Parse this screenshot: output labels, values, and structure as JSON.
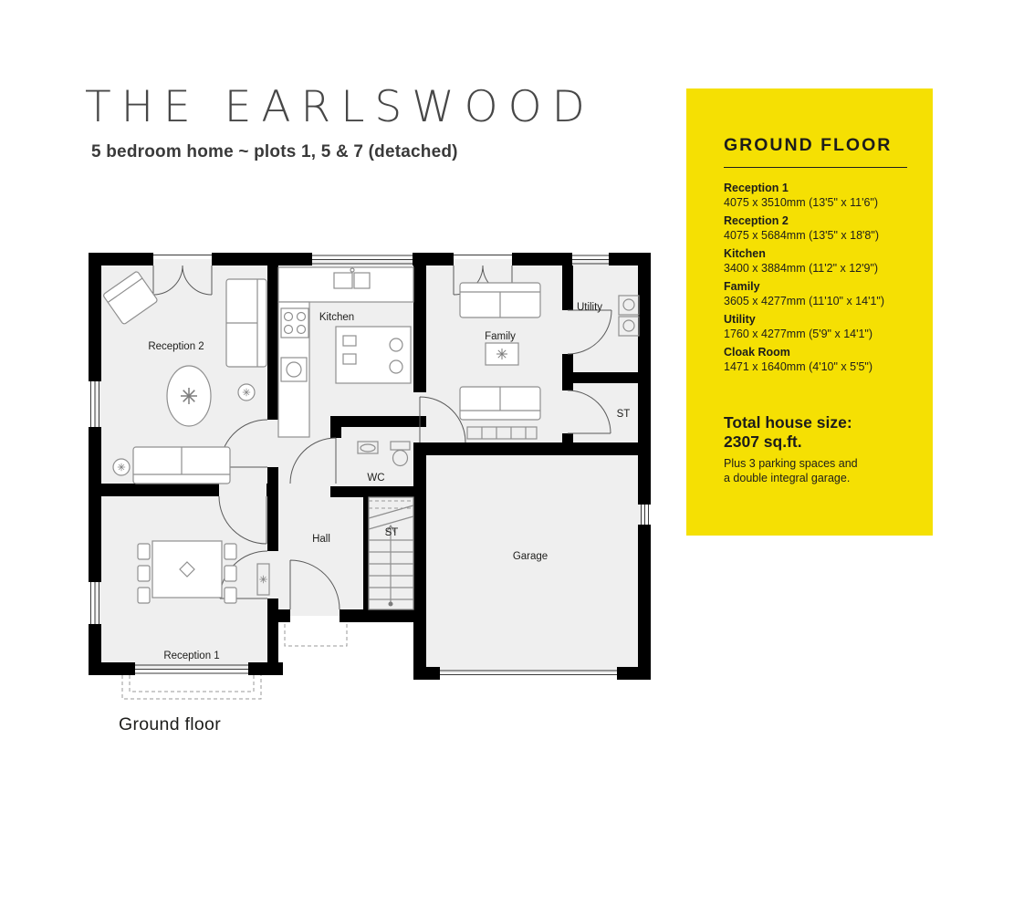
{
  "page": {
    "title": "THE EARLSWOOD",
    "subtitle": "5 bedroom home ~ plots 1, 5 & 7 (detached)",
    "caption": "Ground floor"
  },
  "plan": {
    "rooms": {
      "reception2": "Reception 2",
      "kitchen": "Kitchen",
      "family": "Family",
      "utility": "Utility",
      "st_right": "ST",
      "wc": "WC",
      "hall": "Hall",
      "st_stairs": "ST",
      "garage": "Garage",
      "reception1": "Reception 1"
    }
  },
  "panel": {
    "bg_color": "#F5E003",
    "heading": "GROUND FLOOR",
    "rooms": [
      {
        "name": "Reception 1",
        "dims": "4075 x 3510mm (13'5\" x 11'6\")"
      },
      {
        "name": "Reception 2",
        "dims": "4075 x 5684mm (13'5\" x 18'8\")"
      },
      {
        "name": "Kitchen",
        "dims": "3400 x 3884mm (11'2\" x 12'9\")"
      },
      {
        "name": "Family",
        "dims": "3605 x 4277mm (11'10\" x 14'1\")"
      },
      {
        "name": "Utility",
        "dims": "1760 x 4277mm (5'9\" x 14'1\")"
      },
      {
        "name": "Cloak Room",
        "dims": "1471 x 1640mm (4'10\" x 5'5\")"
      }
    ],
    "total_label": "Total house size:",
    "total_value": "2307 sq.ft.",
    "note_line1": "Plus 3 parking spaces and",
    "note_line2": "a double integral garage."
  }
}
